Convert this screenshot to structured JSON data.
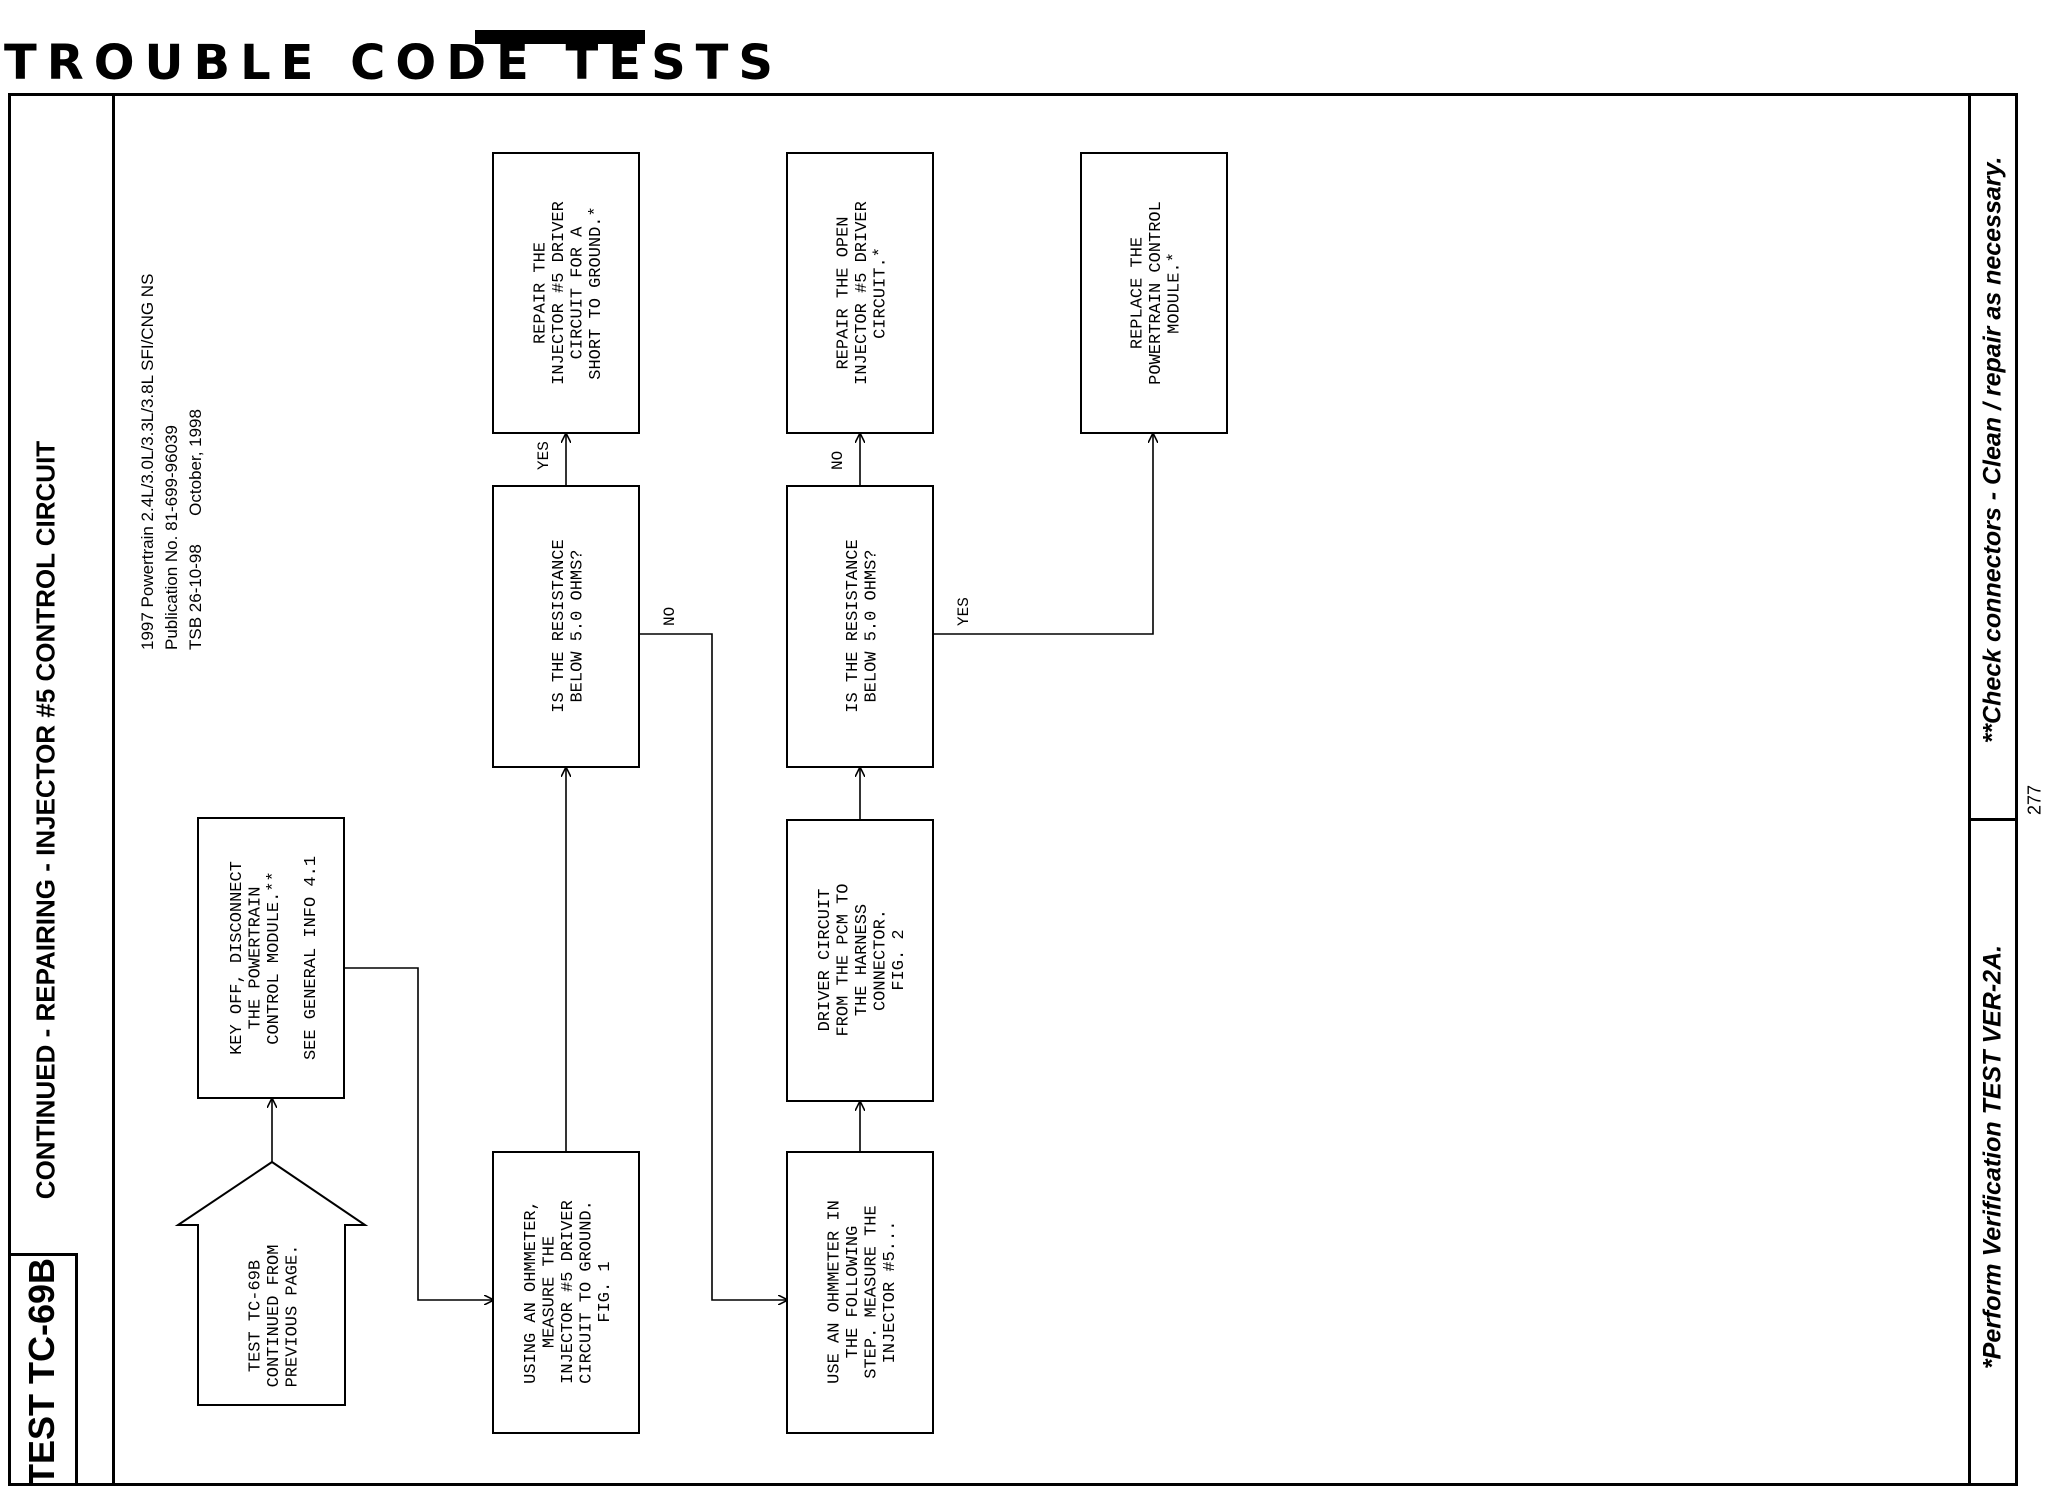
{
  "header": {
    "banner": "TROUBLE CODE TESTS"
  },
  "title": {
    "code": "TEST TC-69B",
    "main": "CONTINUED - REPAIRING - INJECTOR #5 CONTROL CIRCUIT"
  },
  "publication": {
    "line1": "1997 Powertrain 2.4L/3.0L/3.3L/3.8L SFI/CNG NS",
    "line2": "Publication No. 81-699-96039",
    "line3": "TSB 26-10-98      October, 1998"
  },
  "footer": {
    "verification": "*Perform Verification TEST VER-2A.",
    "check": "**Check connectors - Clean / repair as necessary.",
    "page_number": "277"
  },
  "flow": {
    "start": [
      "TEST TC-69B",
      "CONTINUED FROM",
      "PREVIOUS PAGE."
    ],
    "key_off": [
      "KEY OFF, DISCONNECT",
      "THE POWERTRAIN",
      "CONTROL MODULE.**",
      "",
      "SEE GENERAL INFO 4.1"
    ],
    "measure_ground": [
      "USING AN OHMMETER,",
      "MEASURE THE",
      "INJECTOR #5 DRIVER",
      "CIRCUIT TO GROUND.",
      "FIG. 1"
    ],
    "q1": [
      "IS THE RESISTANCE",
      "BELOW 5.0 OHMS?"
    ],
    "repair_short": [
      "REPAIR THE",
      "INJECTOR #5 DRIVER",
      "CIRCUIT FOR A",
      "SHORT TO GROUND.*"
    ],
    "use_ohmmeter": [
      "USE AN OHMMETER IN",
      "THE FOLLOWING",
      "STEP. MEASURE THE",
      "INJECTOR #5..."
    ],
    "driver_circuit": [
      "DRIVER CIRCUIT",
      "FROM THE PCM TO",
      "THE HARNESS",
      "CONNECTOR.",
      "FIG. 2"
    ],
    "q2": [
      "IS THE RESISTANCE",
      "BELOW 5.0 OHMS?"
    ],
    "repair_open": [
      "REPAIR THE OPEN",
      "INJECTOR #5 DRIVER",
      "CIRCUIT.*"
    ],
    "replace_pcm": [
      "REPLACE THE",
      "POWERTRAIN CONTROL",
      "MODULE.*"
    ],
    "labels": {
      "q1_yes": "YES",
      "q1_no": "NO",
      "q2_no": "NO",
      "q2_yes": "YES"
    }
  }
}
